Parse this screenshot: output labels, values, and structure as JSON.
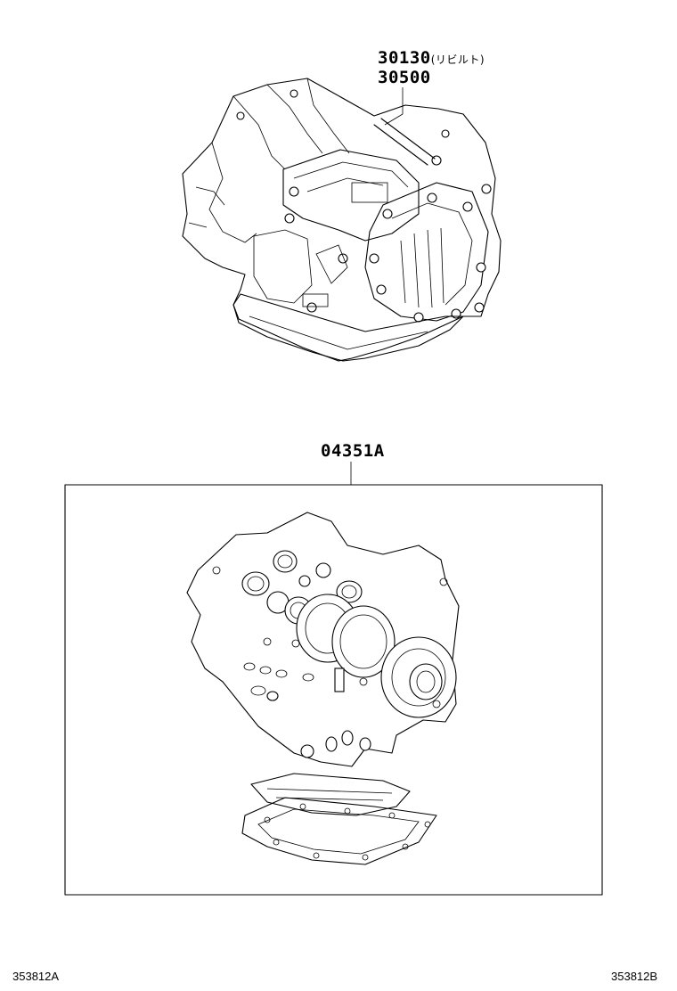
{
  "callouts": {
    "part_1": "30130",
    "part_1_note": "(リビルト)",
    "part_2": "30500",
    "kit": "04351A"
  },
  "footer": {
    "left_code": "353812A",
    "right_code": "353812B"
  }
}
